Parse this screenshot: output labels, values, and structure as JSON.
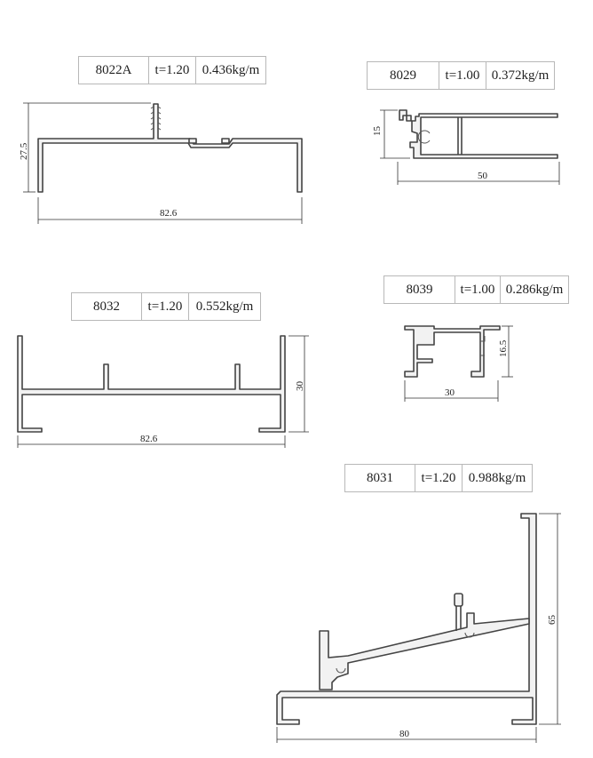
{
  "profiles": [
    {
      "code": "8022A",
      "thickness": "t=1.20",
      "weight": "0.436kg/m",
      "dim_width": "82.6",
      "dim_height": "27.5"
    },
    {
      "code": "8029",
      "thickness": "t=1.00",
      "weight": "0.372kg/m",
      "dim_width": "50",
      "dim_height": "15"
    },
    {
      "code": "8032",
      "thickness": "t=1.20",
      "weight": "0.552kg/m",
      "dim_width": "82.6",
      "dim_height": "30"
    },
    {
      "code": "8039",
      "thickness": "t=1.00",
      "weight": "0.286kg/m",
      "dim_width": "30",
      "dim_height": "16.5"
    },
    {
      "code": "8031",
      "thickness": "t=1.20",
      "weight": "0.988kg/m",
      "dim_width": "80",
      "dim_height": "65"
    }
  ]
}
